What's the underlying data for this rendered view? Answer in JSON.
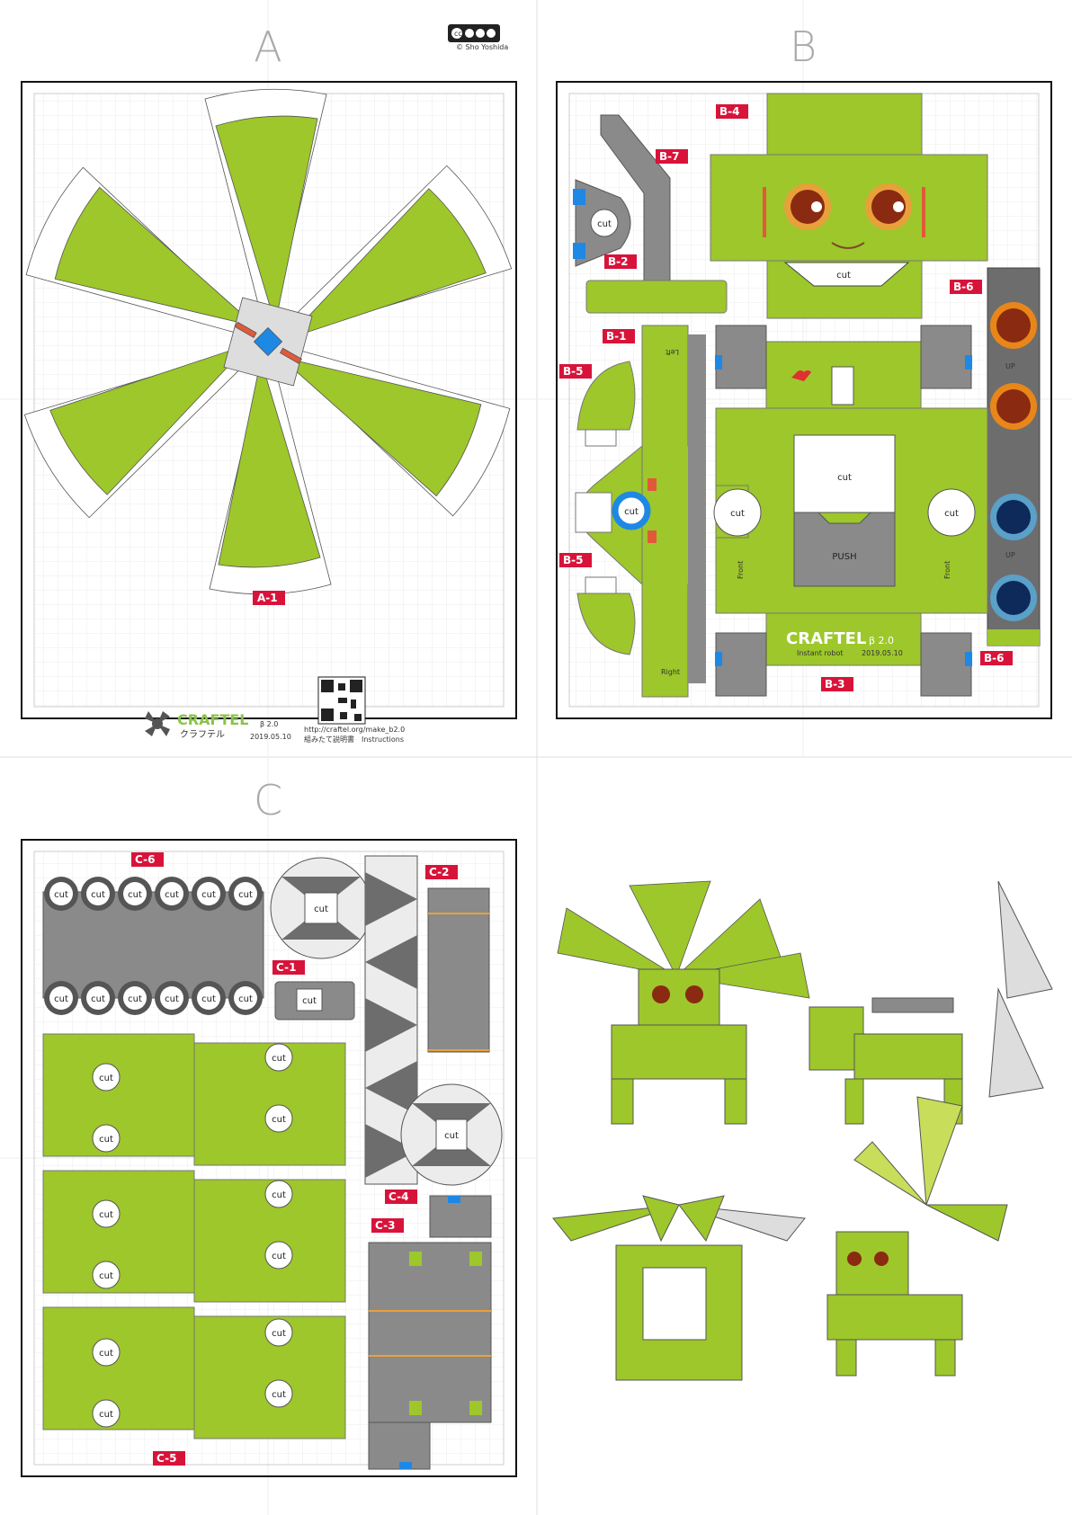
{
  "sheets": {
    "a": "A",
    "b": "B",
    "c": "C"
  },
  "credit": "© Sho Yoshida",
  "license_badge": "BY NC SA",
  "cut": "cut",
  "push": "PUSH",
  "front": "Front",
  "left": "Left",
  "right": "Right",
  "up": "UP",
  "parts": {
    "a1": "A-1",
    "b1": "B-1",
    "b2": "B-2",
    "b3": "B-3",
    "b4": "B-4",
    "b5a": "B-5",
    "b5b": "B-5",
    "b6a": "B-6",
    "b6b": "B-6",
    "b7": "B-7",
    "c1": "C-1",
    "c2": "C-2",
    "c3": "C-3",
    "c4": "C-4",
    "c5": "C-5",
    "c6": "C-6"
  },
  "footer": {
    "brand": "CRAFTEL",
    "brand_jp": "クラフテル",
    "version": "β 2.0",
    "date": "2019.05.10",
    "url": "http://craftel.org/make_b2.0",
    "instructions": "組みたて説明書　Instructions"
  },
  "b3_brand": {
    "name": "CRAFTEL",
    "sub": "Instant robot",
    "version": "β 2.0",
    "date": "2019.05.10"
  },
  "colors": {
    "green": "#9dc72b",
    "gray": "#8a8a8a",
    "red_label": "#d8133a",
    "dark": "#6d6d6d"
  }
}
